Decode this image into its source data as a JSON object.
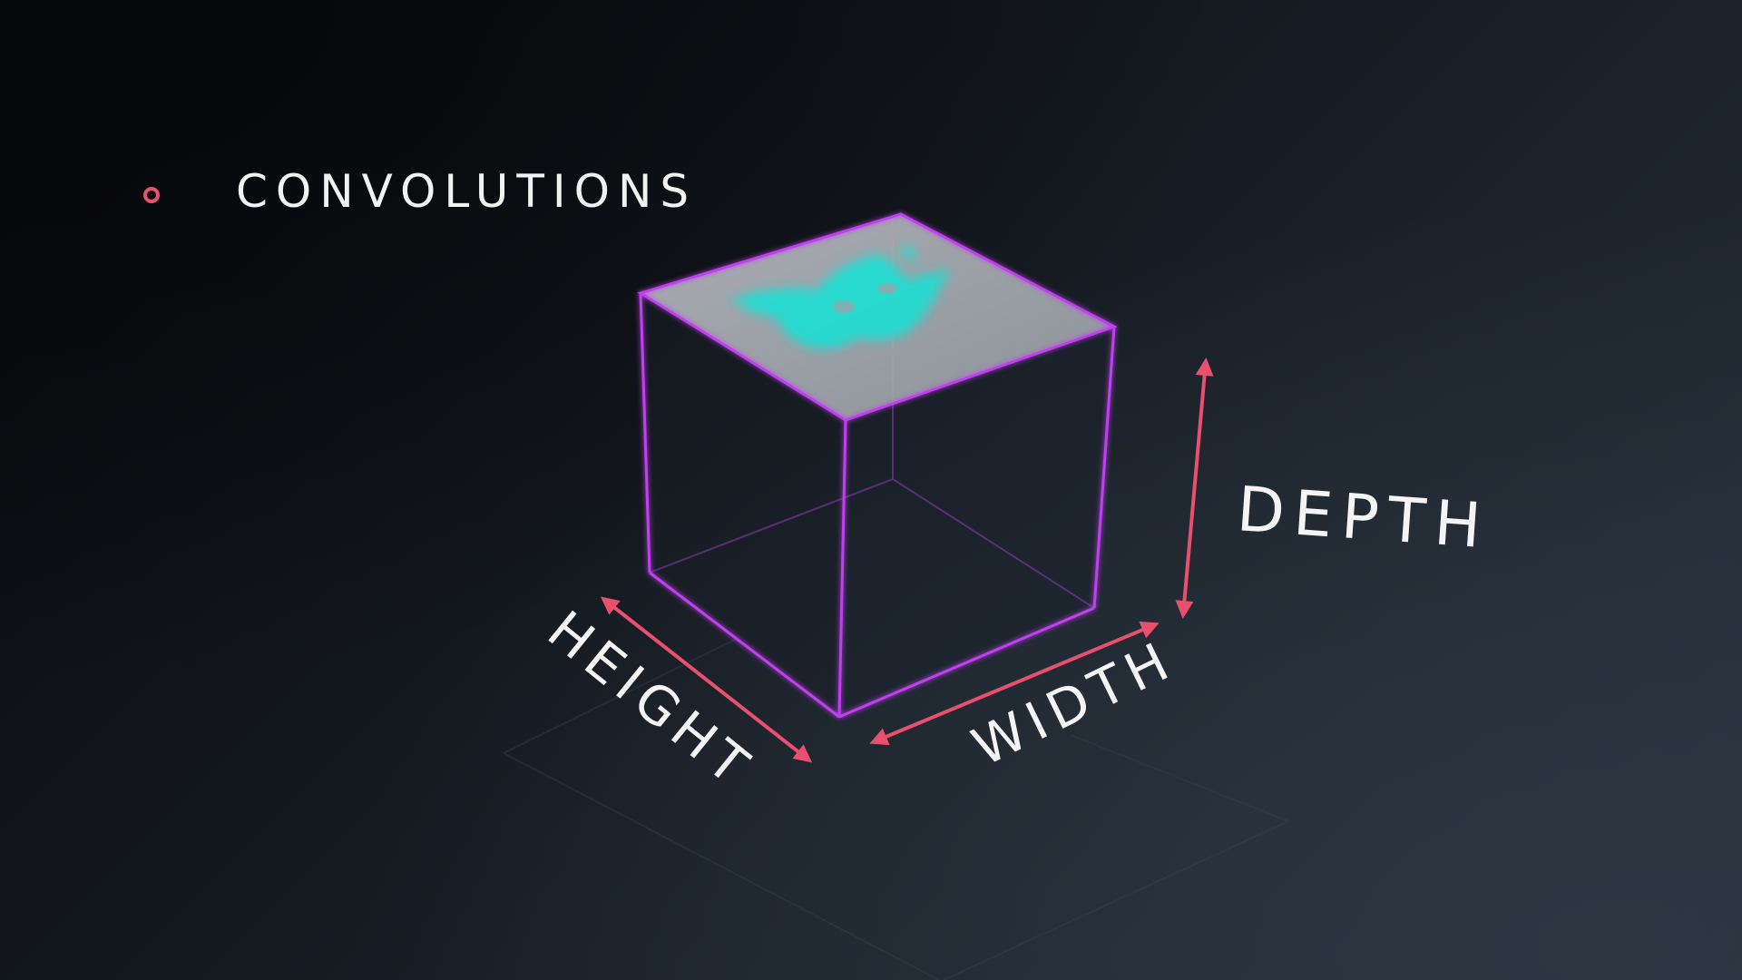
{
  "slide": {
    "bullet_icon": "circle-bullet-icon",
    "title": "CONVOLUTIONS"
  },
  "diagram": {
    "labels": {
      "depth": "DEPTH",
      "height": "HEIGHT",
      "width": "WIDTH"
    },
    "icons": {
      "top_face_image": "cat-face-icon",
      "arrows": "double-headed-arrow-icon"
    },
    "colors": {
      "cube_edge": "#c040f0",
      "top_face": "#a9aeb4",
      "cat_glow": "#20dcd0",
      "arrow": "#e8506d",
      "label_text": "#f4f4f4"
    }
  }
}
